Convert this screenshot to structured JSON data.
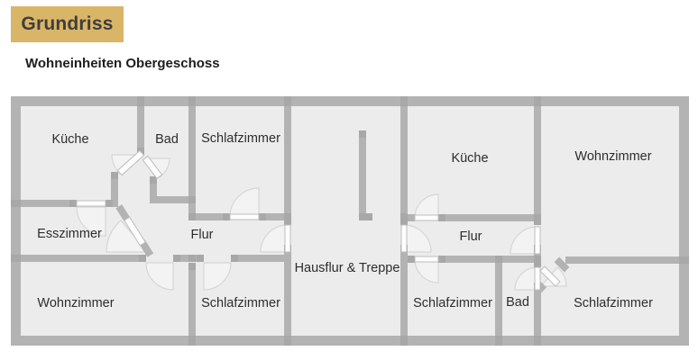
{
  "header": {
    "title": "Grundriss",
    "subtitle": "Wohneinheiten Obergeschoss"
  },
  "colors": {
    "accent": "#d9b567",
    "title_text": "#3e3e3e",
    "subtitle_text": "#1d1d1d",
    "wall": "#b3b3b3",
    "wall_dark": "#a8a8a8",
    "room": "#ececec",
    "door_fill": "#fdfdfd",
    "door_stroke": "#bdbdbd",
    "arc_stroke": "#d6d6d6",
    "arc_fill": "#f3f3f3",
    "label": "#2d2d2d",
    "page_bg": "#ffffff"
  },
  "floorplan": {
    "rooms": [
      {
        "id": "kueche-left",
        "label": "Küche"
      },
      {
        "id": "bad-left",
        "label": "Bad"
      },
      {
        "id": "schlafzimmer-top-left",
        "label": "Schlafzimmer"
      },
      {
        "id": "esszimmer",
        "label": "Esszimmer"
      },
      {
        "id": "flur-left",
        "label": "Flur"
      },
      {
        "id": "wohnzimmer-left",
        "label": "Wohnzimmer"
      },
      {
        "id": "schlafzimmer-bottom-left",
        "label": "Schlafzimmer"
      },
      {
        "id": "hausflur-treppe",
        "label": "Hausflur & Treppe"
      },
      {
        "id": "kueche-right",
        "label": "Küche"
      },
      {
        "id": "wohnzimmer-right",
        "label": "Wohnzimmer"
      },
      {
        "id": "flur-right",
        "label": "Flur"
      },
      {
        "id": "schlafzimmer-mid-right",
        "label": "Schlafzimmer"
      },
      {
        "id": "bad-right",
        "label": "Bad"
      },
      {
        "id": "schlafzimmer-bottom-right",
        "label": "Schlafzimmer"
      }
    ]
  }
}
